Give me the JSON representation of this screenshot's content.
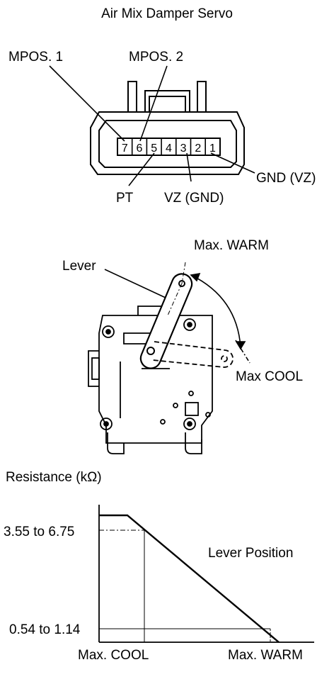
{
  "connector": {
    "title": "Air Mix Damper Servo",
    "pins": [
      "7",
      "6",
      "5",
      "4",
      "3",
      "2",
      "1"
    ],
    "labels": {
      "mpos1": "MPOS. 1",
      "mpos2": "MPOS. 2",
      "pt": "PT",
      "vz_gnd": "VZ (GND)",
      "gnd_vz": "GND (VZ)"
    }
  },
  "servo": {
    "lever_label": "Lever",
    "max_warm_label": "Max. WARM",
    "max_cool_label": "Max COOL"
  },
  "graph": {
    "ylabel": "Resistance (kΩ)",
    "y_high_label": "3.55 to 6.75",
    "y_low_label": "0.54 to 1.14",
    "curve_label": "Lever Position",
    "x_left_label": "Max. COOL",
    "x_right_label": "Max. WARM"
  }
}
